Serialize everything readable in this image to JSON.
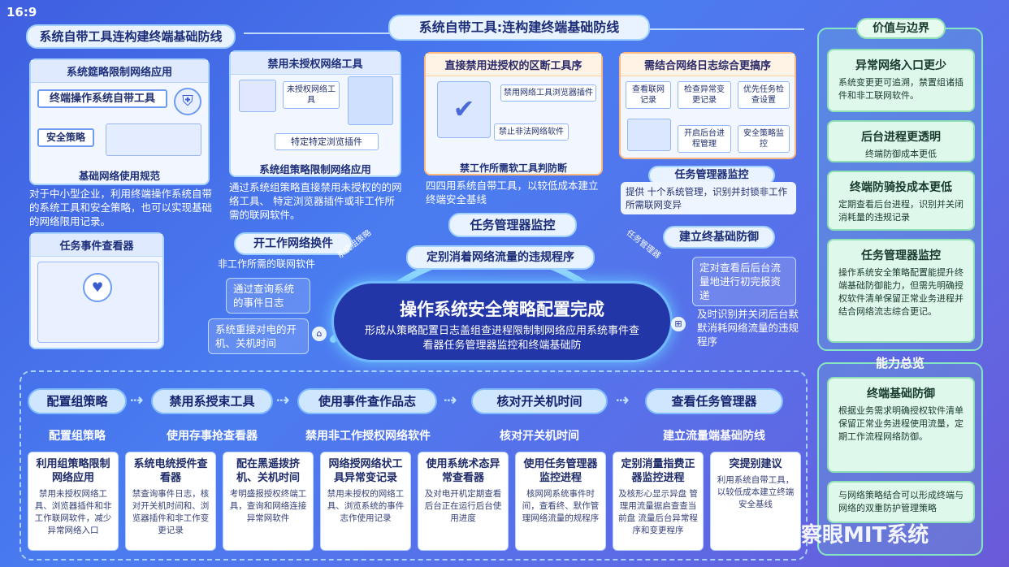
{
  "corner_label": "16:9",
  "header": {
    "left_title": "系统自带工具连构建终端基础防线",
    "center_title": "系统自带工具:连构建终端基础防线"
  },
  "panel1": {
    "title": "系统筵略限制网络应用",
    "box_a": "终端操作系统自带工具",
    "box_b": "安全策略",
    "caption": "基础网络使用规范",
    "text": "对于中小型企业，利用终端操作系统自带的系统工具和安全策略，也可以实现基础的网络限用记录。"
  },
  "panel2": {
    "title": "禁用未授权网络工具",
    "box_a": "未授权网络工具",
    "box_b": "特定特定浏览插件",
    "caption": "系统组策略限制网络应用",
    "text": "通过系统组策略直接禁用未授权的的网络工具、 特定浏览器插件或非工作所需的联网软件。"
  },
  "panel3": {
    "title": "直接禁用进授权的区断工具序",
    "box_a": "禁用网络工具浏览器插件",
    "box_b": "禁止非法网络软件",
    "caption": "禁工作所需软工具判防断",
    "text": "四四用系统自带工具，以较低成本建立终端安全基线"
  },
  "panel4": {
    "title": "需结合网络日志综合更搞序",
    "cells": [
      "查看联网记录",
      "检查异常变更记录",
      "优先任务检查设置",
      "开启后台进程管理",
      "安全策略监控"
    ],
    "badge": "任务管理器监控",
    "text": "提供 十个系统管理，识别并封锁非工作所需联网变异"
  },
  "panel5": {
    "title": "任务事件查看器"
  },
  "left_labels": {
    "open": "开工作网络换件",
    "note1": "非工作所需的联网软件",
    "note2": "通过查询系统的事件日志",
    "note3": "系统重接对电的开机、关机时间"
  },
  "center": {
    "top_pill": "任务管理器监控",
    "mid_pill": "定别消着网络流量的违规程序",
    "title": "操作系统安全策略配置完成",
    "subtitle": "形成从策略配置日志盖组查进程限制制网络应用系统事件查看器任务管理器监控和终端基础防",
    "arc_left": "系统组策略",
    "arc_right": "任务管理器"
  },
  "right_labels": {
    "build": "建立终基础防御",
    "note1": "定对查看后后台流量地进行初完报资递",
    "note2": "及时识别并关闭后台默默消耗网络流量的违规程序"
  },
  "sidebar": {
    "title": "价值与边界",
    "boxes": [
      {
        "h": "异常网络入口更少",
        "t": "系统变更更可追溯，禁置组诸插件和非工联网软件。"
      },
      {
        "h": "后台进程更透明",
        "t": "终端防御成本更低"
      },
      {
        "h": "终端防骑投成本更低",
        "t": "定期查看后台进程，识别并关闭消耗量的违规记录"
      },
      {
        "h": "任务管理器监控",
        "t": "操作系统安全策略配置能提升终端基础防御能力，但需先明确授权软件清单保留正常业务进程并结合网络流志综合更记。"
      }
    ],
    "ability_title": "能力总览",
    "ability_box": {
      "h": "终端基础防御",
      "t": "根据业务需求明确授权软件清单保留正常业务进程使用流量，定期工作流程网络防御。"
    },
    "ability_foot": "与网络策略结合可以形成终端与网络的双重防护管理策略"
  },
  "steps": [
    {
      "label": "配置组策略",
      "sub": "配置组策略"
    },
    {
      "label": "禁用系授束工具",
      "sub": "使用存事抢查看器"
    },
    {
      "label": "使用事件查作品志",
      "sub": "禁用非工作授权网络软件"
    },
    {
      "label": "核对开关机时间",
      "sub": "核对开关机时间"
    },
    {
      "label": "查看任务管理器",
      "sub": "建立流量端基础防线"
    }
  ],
  "bottom_cards": [
    {
      "h": "利用组策略限制网络应用",
      "t": "禁用未授权网络工具、浏览器插件和非工作联网软件，减少异常网络入口"
    },
    {
      "h": "系统电统授件查看器",
      "t": "禁查询事件日志，核对开关机时间和、浏览器插件和非工作变更记录"
    },
    {
      "h": "配在黑遥拨挤机、关机时间",
      "t": "考明盛报授权终端工具，查询和网络连接异常网软件"
    },
    {
      "h": "网络授网络状工具异常变记录",
      "t": "禁用未授权的网络工具、浏览系统的事件志作使用记录"
    },
    {
      "h": "使用系统术态异常查看器",
      "t": "及对电开机定期查看后台正在运行后台使用进度"
    },
    {
      "h": "使用任务管理器监控进程",
      "t": "核网网系统事件时间，查看终、默作管理网络流量的规程序"
    },
    {
      "h": "定别消量指费正器监控进程",
      "t": "及核形心显示异盘 管理用流量据启查查当前盘 流量后台异常程序和变更程序"
    },
    {
      "h": "突提别建议",
      "t": "利用系统自带工具，以较低成本建立终端安全基线"
    }
  ],
  "watermark": "洞察眼MIT系统"
}
